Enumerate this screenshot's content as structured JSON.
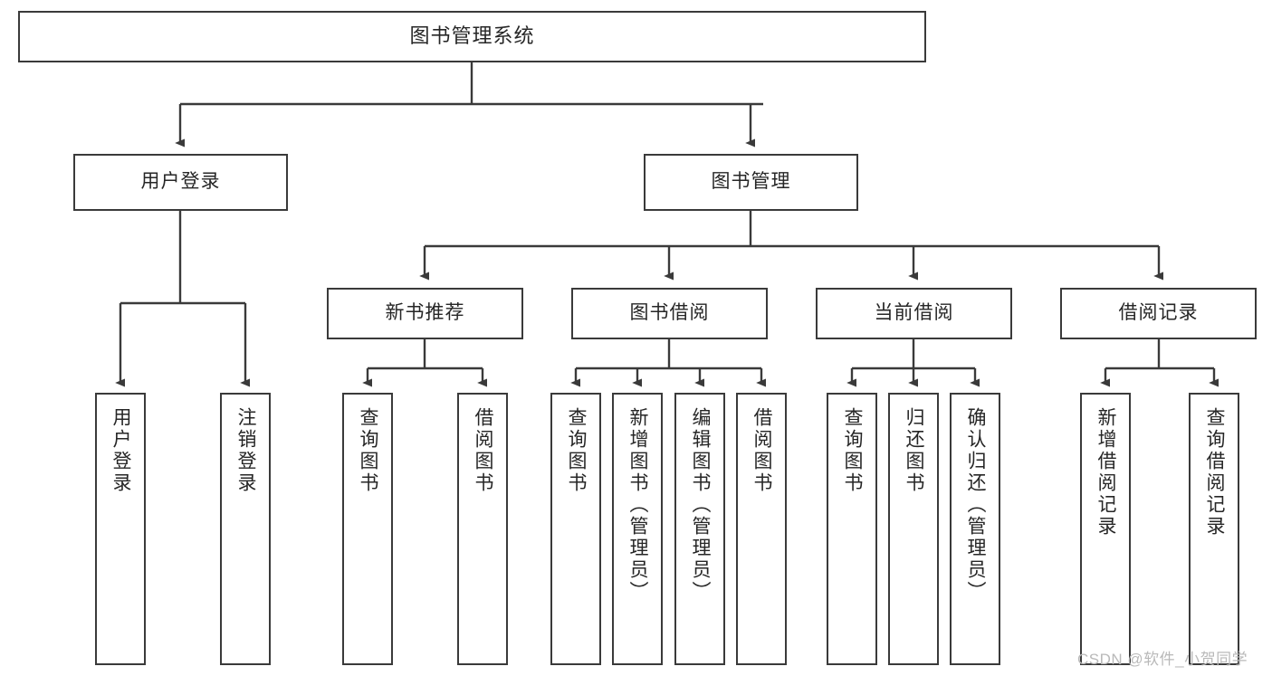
{
  "diagram": {
    "type": "tree",
    "title": "图书管理系统",
    "orientation": "top-down",
    "line_color": "#3a3a3a",
    "box_fill": "#ffffff",
    "text_color": "#262626"
  },
  "nodes": {
    "root": {
      "label": "图书管理系统",
      "level": 1
    },
    "l2": [
      {
        "id": "user-login",
        "label": "用户登录",
        "level": 2
      },
      {
        "id": "book-manage",
        "label": "图书管理",
        "level": 2
      }
    ],
    "l3": [
      {
        "id": "new-book-recommend",
        "label": "新书推荐",
        "level": 3,
        "parent": "book-manage"
      },
      {
        "id": "book-borrow",
        "label": "图书借阅",
        "level": 3,
        "parent": "book-manage"
      },
      {
        "id": "current-borrow",
        "label": "当前借阅",
        "level": 3,
        "parent": "book-manage"
      },
      {
        "id": "borrow-record",
        "label": "借阅记录",
        "level": 3,
        "parent": "book-manage"
      }
    ],
    "leaves": [
      {
        "id": "leaf-user-login",
        "label": "用户登录",
        "parent": "user-login"
      },
      {
        "id": "leaf-user-logout",
        "label": "注销登录",
        "parent": "user-login"
      },
      {
        "id": "leaf-query-book-1",
        "label": "查询图书",
        "parent": "new-book-recommend"
      },
      {
        "id": "leaf-borrow-book-1",
        "label": "借阅图书",
        "parent": "new-book-recommend"
      },
      {
        "id": "leaf-query-book-2",
        "label": "查询图书",
        "parent": "book-borrow"
      },
      {
        "id": "leaf-add-book",
        "label": "新增图书（管理员）",
        "parent": "book-borrow"
      },
      {
        "id": "leaf-edit-book",
        "label": "编辑图书（管理员）",
        "parent": "book-borrow"
      },
      {
        "id": "leaf-borrow-book-2",
        "label": "借阅图书",
        "parent": "book-borrow"
      },
      {
        "id": "leaf-query-book-3",
        "label": "查询图书",
        "parent": "current-borrow"
      },
      {
        "id": "leaf-return-book",
        "label": "归还图书",
        "parent": "current-borrow"
      },
      {
        "id": "leaf-confirm-return",
        "label": "确认归还（管理员）",
        "parent": "current-borrow"
      },
      {
        "id": "leaf-add-record",
        "label": "新增借阅记录",
        "parent": "borrow-record"
      },
      {
        "id": "leaf-query-record",
        "label": "查询借阅记录",
        "parent": "borrow-record"
      }
    ]
  },
  "watermark": {
    "text": "CSDN @软件_小贺同学"
  }
}
